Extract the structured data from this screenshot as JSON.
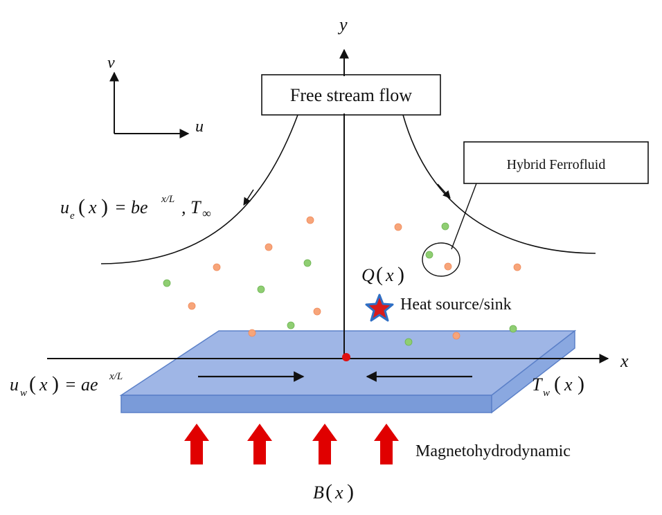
{
  "axes": {
    "y_label": "y",
    "x_label": "x"
  },
  "velocity_frame": {
    "v_label": "v",
    "u_label": "u"
  },
  "free_stream_box": {
    "label": "Free stream flow"
  },
  "hybrid_box": {
    "label": "Hybrid Ferrofluid"
  },
  "free_stream_eq": {
    "lhs_var": "u",
    "lhs_sub": "e",
    "arg_open": "(",
    "arg": "x",
    "arg_close": ")",
    "equals_coef": "= be",
    "exponent": "x/L",
    "suffix": ", T",
    "suffix_sub": "∞"
  },
  "wall_eq": {
    "lhs_var": "u",
    "lhs_sub": "w",
    "arg_open": "(",
    "arg": "x",
    "arg_close": ")",
    "equals_coef": "= ae",
    "exponent": "x/L"
  },
  "wall_temp": {
    "var": "T",
    "sub": "w",
    "arg_open": "(",
    "arg": "x",
    "arg_close": ")"
  },
  "heat_source": {
    "var": "Q",
    "arg_open": "(",
    "arg": "x",
    "arg_close": ")",
    "label": "Heat source/sink"
  },
  "magnetic": {
    "label": "Magnetohydrodynamic",
    "var": "B",
    "arg_open": "(",
    "arg": "x",
    "arg_close": ")"
  },
  "colors": {
    "sheet_top": "#9fb6e6",
    "sheet_front": "#7a9bd9",
    "sheet_side": "#8aa8e0",
    "sheet_edge": "#5b80c8",
    "nanoparticle_orange": "#f7a57a",
    "nanoparticle_green": "#8fce72",
    "field_arrow": "#e00000",
    "origin_dot": "#e01010",
    "star_outer": "#2f6fc4",
    "star_inner": "#d81b1b"
  }
}
